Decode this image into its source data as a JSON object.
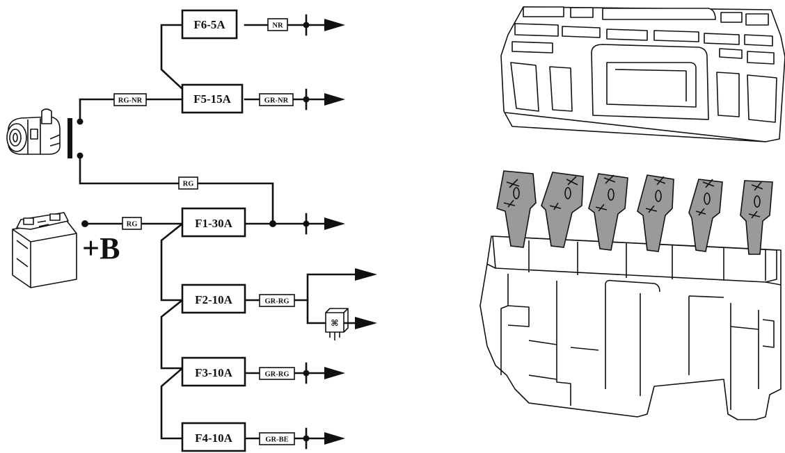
{
  "fuses": {
    "f6": "F6-5A",
    "f5": "F5-15A",
    "f1": "F1-30A",
    "f2": "F2-10A",
    "f3": "F3-10A",
    "f4": "F4-10A"
  },
  "wire_tags": {
    "ignition_feed": "RG-NR",
    "f6_out": "NR",
    "f5_out": "GR-NR",
    "ignition_lower": "RG",
    "battery": "RG",
    "f2_out": "GR-RG",
    "f3_out": "GR-RG",
    "f4_out": "GR-BE"
  },
  "battery_label": "+B",
  "icons": [
    "ignition-switch-icon",
    "battery-icon",
    "relay-icon",
    "fuse-box-cover-icon",
    "fuse-box-base-icon"
  ],
  "colors": {
    "line": "#111111",
    "fuse_grey": "#9a9a9a"
  }
}
